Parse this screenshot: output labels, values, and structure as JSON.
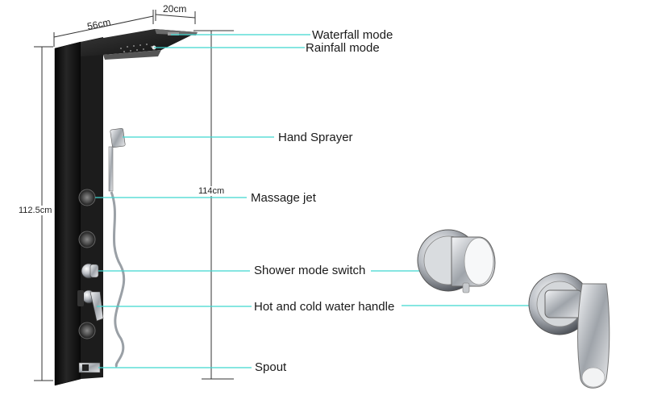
{
  "dimensions": {
    "top_width": "56cm",
    "top_depth": "20cm",
    "panel_height": "112.5cm",
    "total_height": "114cm"
  },
  "labels": {
    "waterfall": "Waterfall mode",
    "rainfall": "Rainfall mode",
    "hand_sprayer": "Hand Sprayer",
    "massage_jet": "Massage jet",
    "mode_switch": "Shower mode switch",
    "water_handle": "Hot and cold water handle",
    "spout": "Spout"
  },
  "colors": {
    "leader": "#3fd6cf",
    "panel": "#151515",
    "dimension_line": "#333333"
  }
}
